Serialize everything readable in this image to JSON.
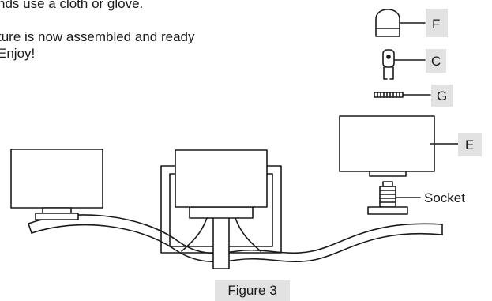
{
  "instructions": [
    "nds use a cloth or glove.",
    "ture is now assembled and ready",
    "Enjoy!"
  ],
  "part_labels": {
    "F": "F",
    "C": "C",
    "G": "G",
    "E": "E",
    "socket": "Socket"
  },
  "caption": "Figure 3",
  "colors": {
    "line": "#1a1a1a",
    "label_bg": "#e2e2e2"
  }
}
